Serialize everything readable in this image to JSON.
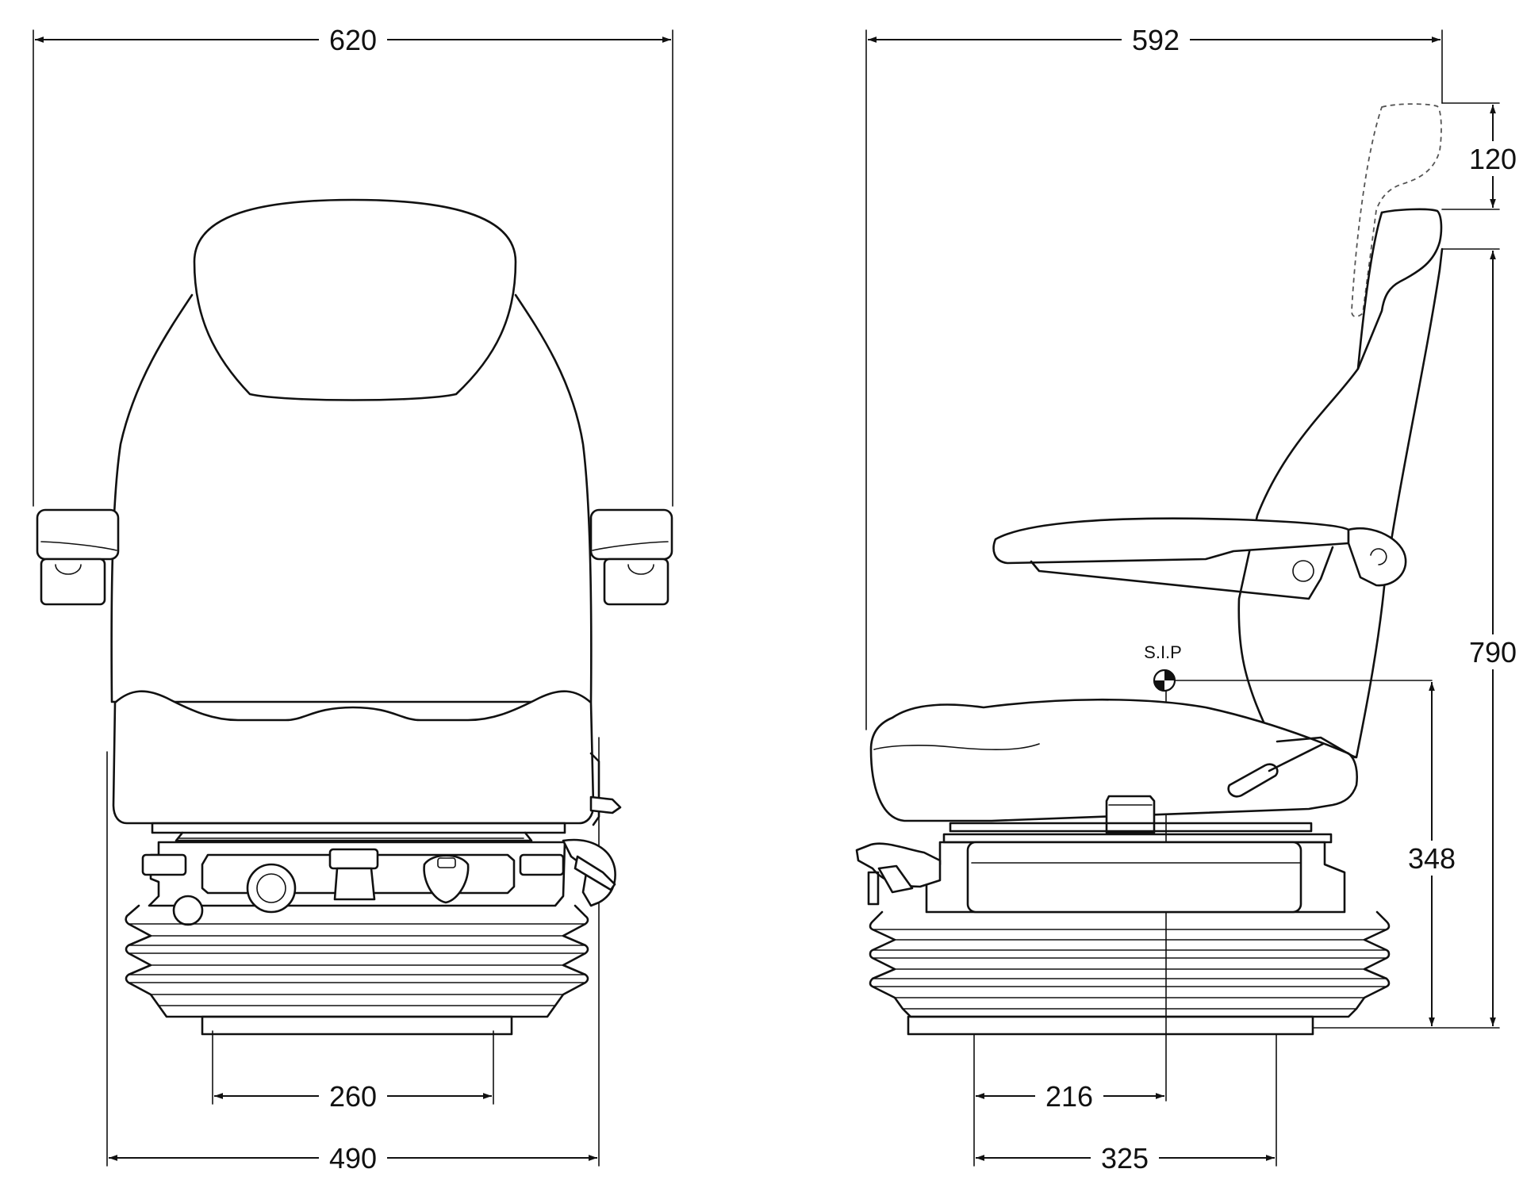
{
  "front_view": {
    "dimensions": {
      "overall_width": "620",
      "seat_width": "490",
      "base_width": "260"
    }
  },
  "side_view": {
    "dimensions": {
      "overall_depth": "592",
      "headrest_travel": "120",
      "overall_height": "790",
      "sip_height": "348",
      "sip_to_base_front": "216",
      "base_depth": "325"
    },
    "sip_label": "S.I.P"
  },
  "colors": {
    "line": "#111111",
    "background": "#ffffff"
  }
}
